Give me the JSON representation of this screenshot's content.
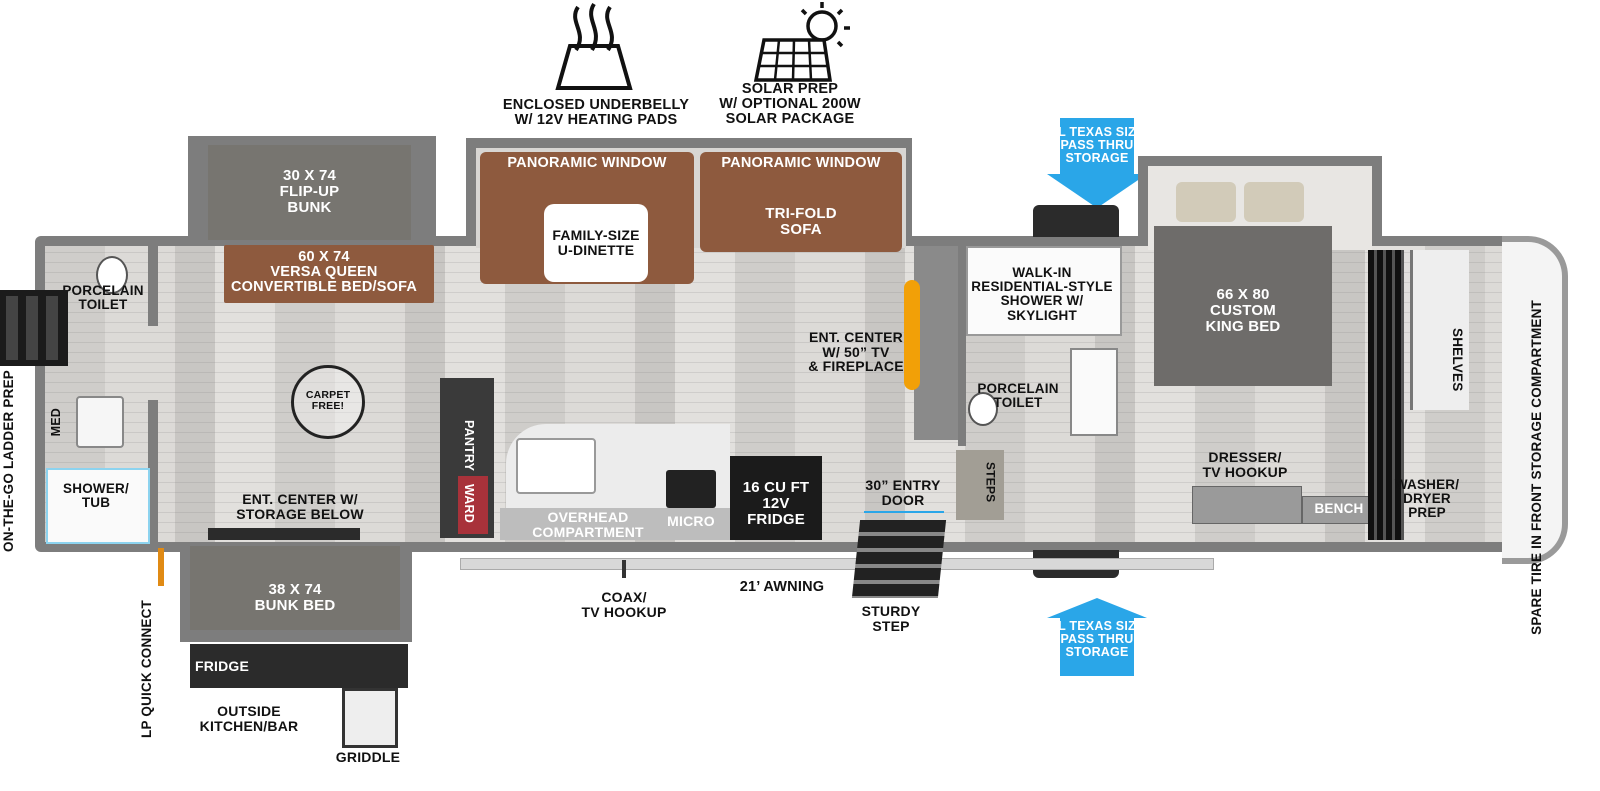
{
  "features": {
    "underbelly": "ENCLOSED UNDERBELLY\nW/ 12V HEATING PADS",
    "solar": "SOLAR PREP\nW/ OPTIONAL 200W\nSOLAR PACKAGE"
  },
  "storage": {
    "top": "XL TEXAS SIZE\nPASS THRU\nSTORAGE",
    "bottom": "XL TEXAS SIZE\nPASS THRU\nSTORAGE"
  },
  "rooms": {
    "flip_up_bunk": "30 X 74\nFLIP-UP\nBUNK",
    "versa_queen": "60 X 74\nVERSA QUEEN\nCONVERTIBLE BED/SOFA",
    "panoramic_window_1": "PANORAMIC WINDOW",
    "panoramic_window_2": "PANORAMIC WINDOW",
    "dinette": "FAMILY-SIZE\nU-DINETTE",
    "tri_fold_sofa": "TRI-FOLD\nSOFA",
    "porcelain_toilet_front": "PORCELAIN\nTOILET",
    "carpet_free": "CARPET FREE!",
    "med": "MED",
    "shower_tub": "SHOWER/\nTUB",
    "ent_center_storage": "ENT. CENTER W/\nSTORAGE BELOW",
    "bunk_bed": "38 X 74\nBUNK BED",
    "fridge_outside": "FRIDGE",
    "outside_kitchen": "OUTSIDE\nKITCHEN/BAR",
    "griddle": "GRIDDLE",
    "lp_quick_connect": "LP QUICK\nCONNECT",
    "ladder_prep": "ON-THE-GO\nLADDER PREP",
    "pantry": "PANTRY",
    "ward": "WARD",
    "overhead": "OVERHEAD\nCOMPARTMENT",
    "micro": "MICRO",
    "fridge": "16 CU FT\n12V\nFRIDGE",
    "coax": "COAX/\nTV HOOKUP",
    "awning": "21’ AWNING",
    "entry_door": "30” ENTRY\nDOOR",
    "sturdy_step": "STURDY\nSTEP",
    "ent_center_tv": "ENT. CENTER\nW/ 50” TV\n& FIREPLACE",
    "shower_skylight": "WALK-IN\nRESIDENTIAL-STYLE\nSHOWER W/\nSKYLIGHT",
    "porcelain_toilet_rear": "PORCELAIN\nTOILET",
    "steps": "STEPS",
    "king_bed": "66 X  80\nCUSTOM\nKING BED",
    "dresser": "DRESSER/\nTV HOOKUP",
    "bench": "BENCH",
    "shelves": "SHELVES",
    "washer_dryer": "WASHER/\nDRYER\nPREP",
    "spare_tire": "SPARE TIRE IN FRONT\nSTORAGE COMPARTMENT"
  },
  "colors": {
    "wall": "#7d7d7d",
    "sofa": "#8e5a3e",
    "bed": "#6e6c6a",
    "arrow": "#2aa6e8",
    "ward": "#a8323a",
    "fireplace": "#f2a007"
  },
  "icons": [
    "underbelly-heat-icon",
    "solar-panel-icon",
    "carpet-free-icon",
    "storage-arrow-icon"
  ]
}
